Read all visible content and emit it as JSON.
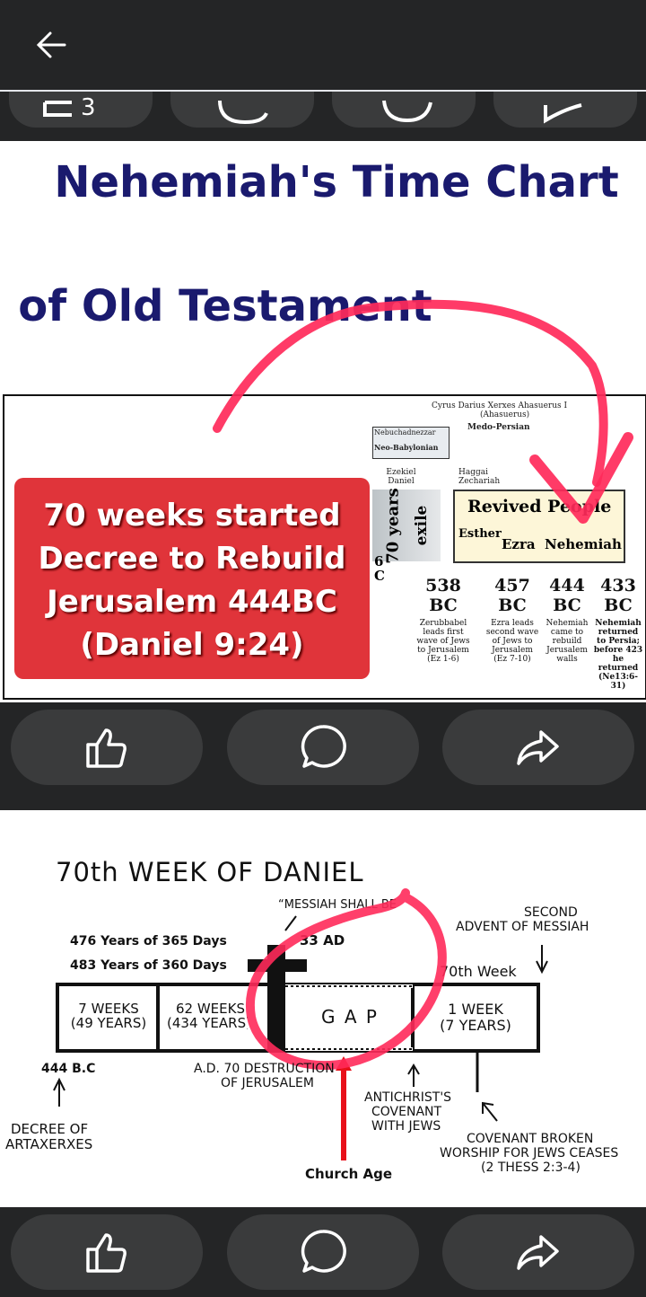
{
  "header": {
    "back_icon": "arrow-left-icon"
  },
  "post1": {
    "title_line1": "Nehemiah's Time Chart",
    "title_line2": "of Old Testament",
    "callout": [
      "70 weeks started",
      "Decree to Rebuild",
      "Jerusalem 444BC",
      "(Daniel 9:24)"
    ],
    "chart": {
      "top_labels": "Cyrus Darius Xerxes Ahasuerus I",
      "ahasuerus": "(Ahasuerus)",
      "empire": "Medo-Persian",
      "nebuchadnezzar": "Nebuchadnezzar",
      "neo_babylonian": "Neo-Babylonian",
      "prophets1": "Ezekiel Daniel",
      "prophets2": "Haggai Zechariah",
      "exile_years": "70 years",
      "exile": "exile",
      "revived": "Revived People",
      "esther": "Esther",
      "ezra": "Ezra",
      "nehemiah": "Nehemiah",
      "columns": [
        {
          "year": "538",
          "era": "BC",
          "desc": "Zerubbabel leads first wave of Jews to Jerusalem (Ez 1-6)"
        },
        {
          "year": "457",
          "era": "BC",
          "desc": "Ezra leads second wave of Jews to Jerusalem (Ez 7-10)"
        },
        {
          "year": "444",
          "era": "BC",
          "desc": "Nehemiah came to rebuild Jerusalem walls"
        },
        {
          "year": "433",
          "era": "BC",
          "desc": "Nehemiah returned to Persia; before 423 he returned (Ne13:6-31)"
        }
      ],
      "left_partial": "6 C"
    }
  },
  "post2": {
    "title": "70th WEEK OF DANIEL",
    "messiah": "“MESSIAH SHALL BE CUT OFF”",
    "ad33": "33 AD",
    "second_advent": [
      "SECOND",
      "ADVENT OF MESSIAH"
    ],
    "years365": "476 Years of 365 Days",
    "years360": "483 Years of 360 Days",
    "week70": "70th Week",
    "box1": [
      "7 WEEKS",
      "(49 YEARS)"
    ],
    "box2": [
      "62 WEEKS",
      "(434 YEARS)"
    ],
    "gap": "G A P",
    "box3": [
      "1 WEEK",
      "(7 YEARS)"
    ],
    "bc444": "444 B.C",
    "destruction": [
      "A.D. 70 DESTRUCTION",
      "OF JERUSALEM"
    ],
    "decree": [
      "DECREE OF",
      "ARTAXERXES"
    ],
    "antichrist": [
      "ANTICHRIST'S",
      "COVENANT",
      "WITH JEWS"
    ],
    "covenant_broken": [
      "COVENANT BROKEN",
      "WORSHIP FOR JEWS CEASES",
      "(2 THESS 2:3-4)"
    ],
    "church_age": "Church Age"
  },
  "actions": {
    "like_icon": "thumbs-up-icon",
    "comment_icon": "comment-icon",
    "share_icon": "share-icon"
  },
  "colors": {
    "bg": "#242526",
    "pill": "#3a3b3c",
    "navy": "#1a1a6e",
    "red": "#e0343a",
    "accent_red": "#ff2a5a"
  }
}
